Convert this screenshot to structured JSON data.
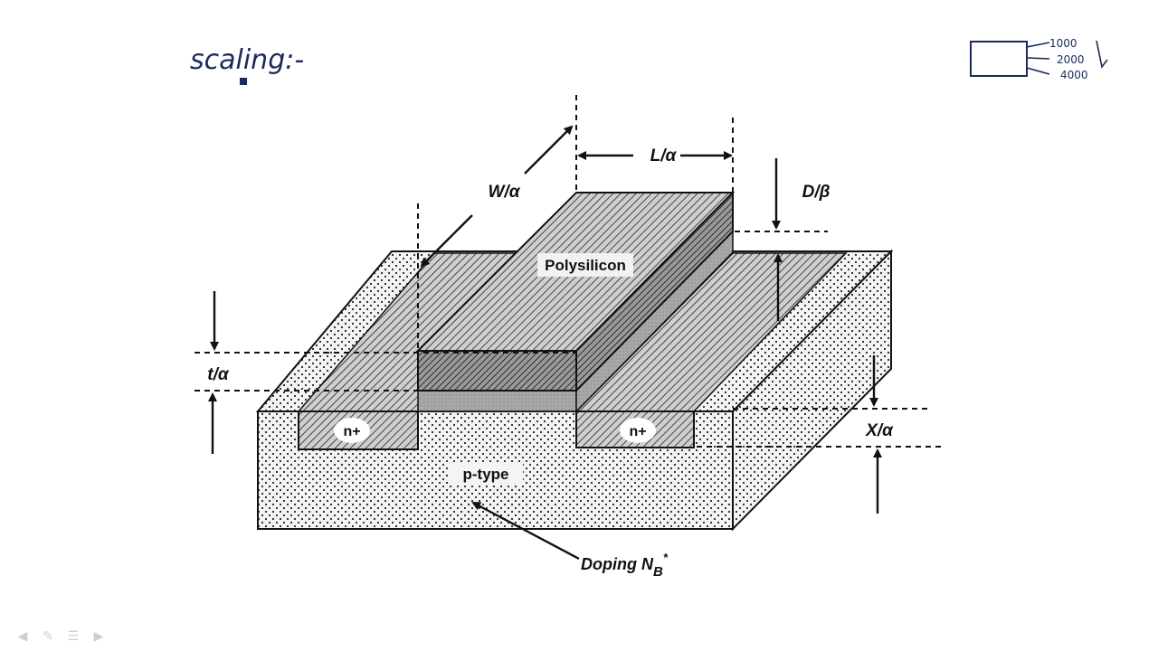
{
  "whiteboard": {
    "heading": "scaling:-",
    "note_values": [
      "1000",
      "2000",
      "4000"
    ]
  },
  "diagram": {
    "labels": {
      "width": "W/α",
      "length": "L/α",
      "gate_depth": "D/β",
      "oxide": "t/α",
      "junction": "X/α",
      "gate": "Polysilicon",
      "source": "n+",
      "drain": "n+",
      "substrate": "p-type",
      "doping": "Doping N",
      "doping_sub": "B",
      "doping_sup": "*"
    }
  },
  "toolbar": {
    "icons": [
      "arrow-left-icon",
      "pen-icon",
      "menu-icon",
      "arrow-right-icon"
    ]
  }
}
